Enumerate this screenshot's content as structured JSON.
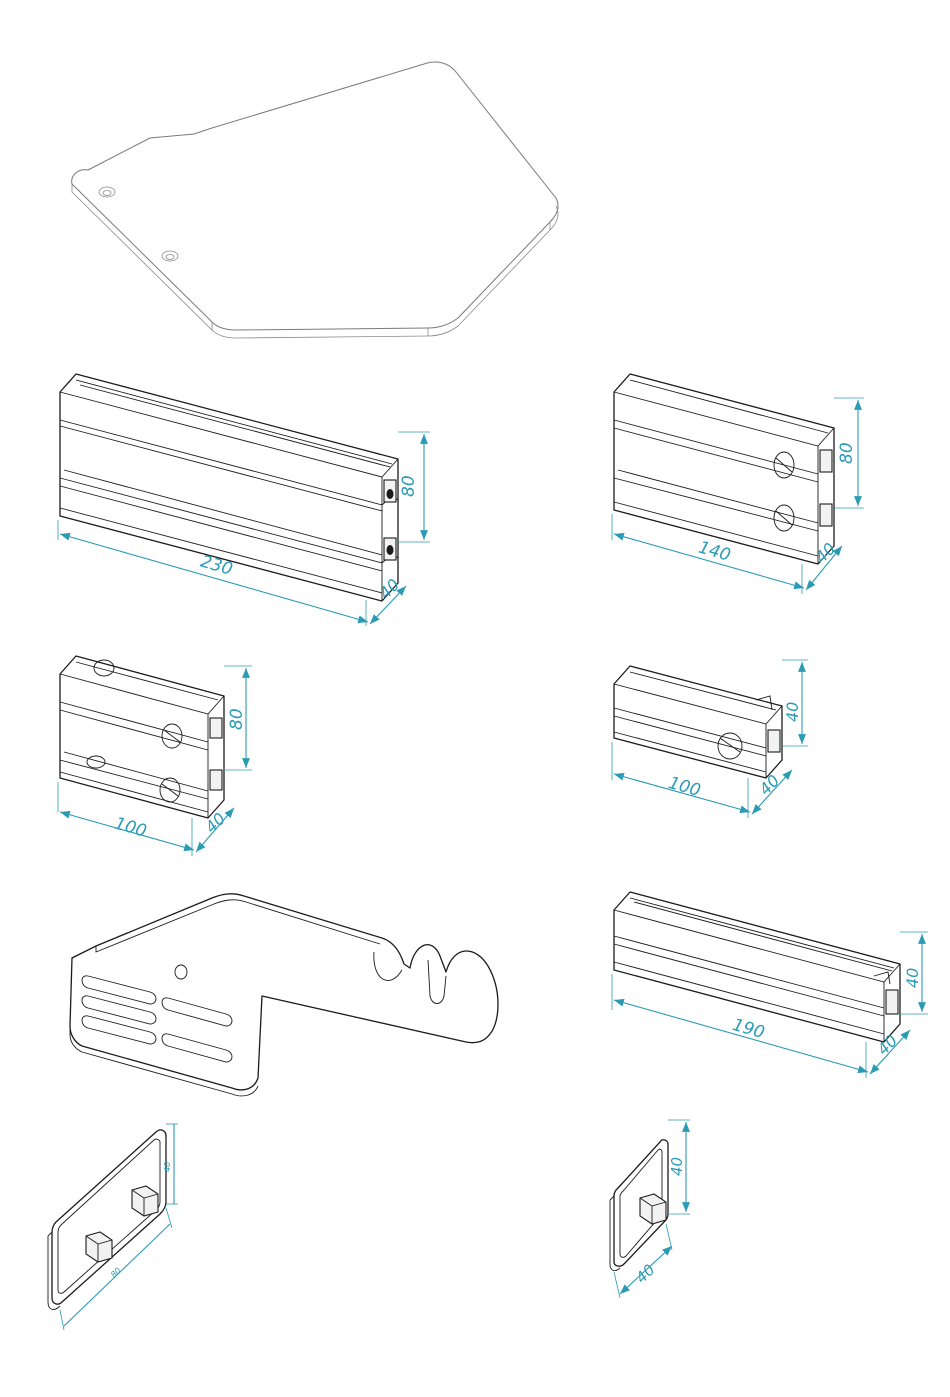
{
  "colors": {
    "dimension": "#2a9bb3",
    "line": "#1c1c1c",
    "plate_line": "#7a7a7a"
  },
  "parts": {
    "base_plate": {},
    "profile_230x80": {
      "length": "230",
      "height": "80",
      "depth": "40"
    },
    "profile_140x80": {
      "length": "140",
      "height": "80",
      "depth": "40"
    },
    "profile_100x80": {
      "length": "100",
      "height": "80",
      "depth": "40"
    },
    "profile_100x40": {
      "length": "100",
      "height": "40",
      "depth": "40"
    },
    "bracket": {},
    "profile_190x40": {
      "length": "190",
      "height": "40",
      "depth": "40"
    },
    "end_cap_80x40": {
      "width": "80",
      "height": "40"
    },
    "end_cap_40x40": {
      "width": "40",
      "height": "40"
    }
  }
}
